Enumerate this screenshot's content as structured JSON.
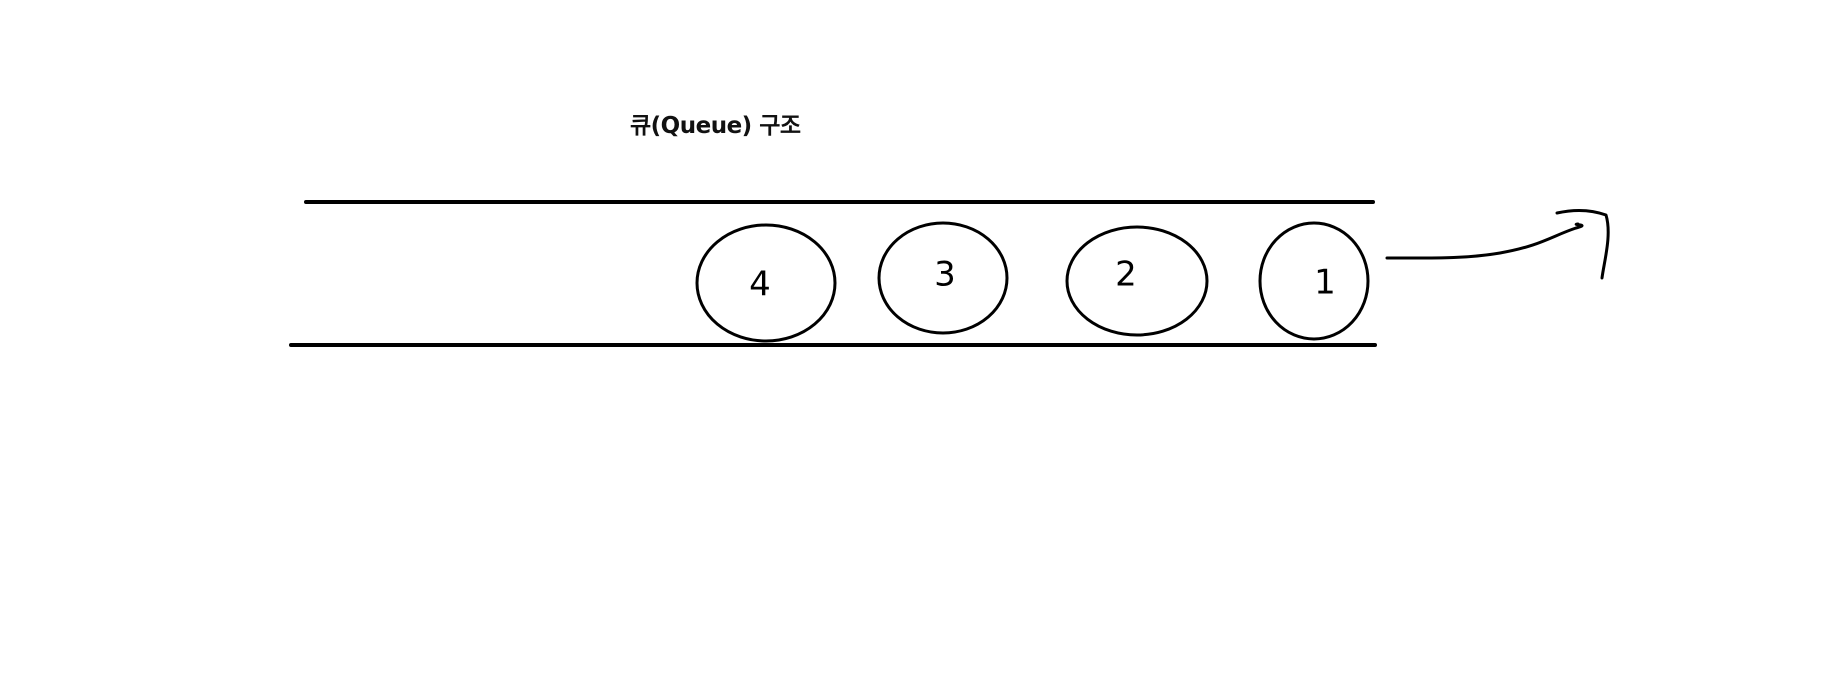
{
  "title": "큐(Queue) 구조",
  "queue": {
    "items": [
      {
        "label": "4"
      },
      {
        "label": "3"
      },
      {
        "label": "2"
      },
      {
        "label": "1"
      }
    ],
    "exit_arrow_icon": "curved-arrow-icon"
  },
  "colors": {
    "background": "#ffffff",
    "stroke": "#000000",
    "text": "#111111"
  }
}
